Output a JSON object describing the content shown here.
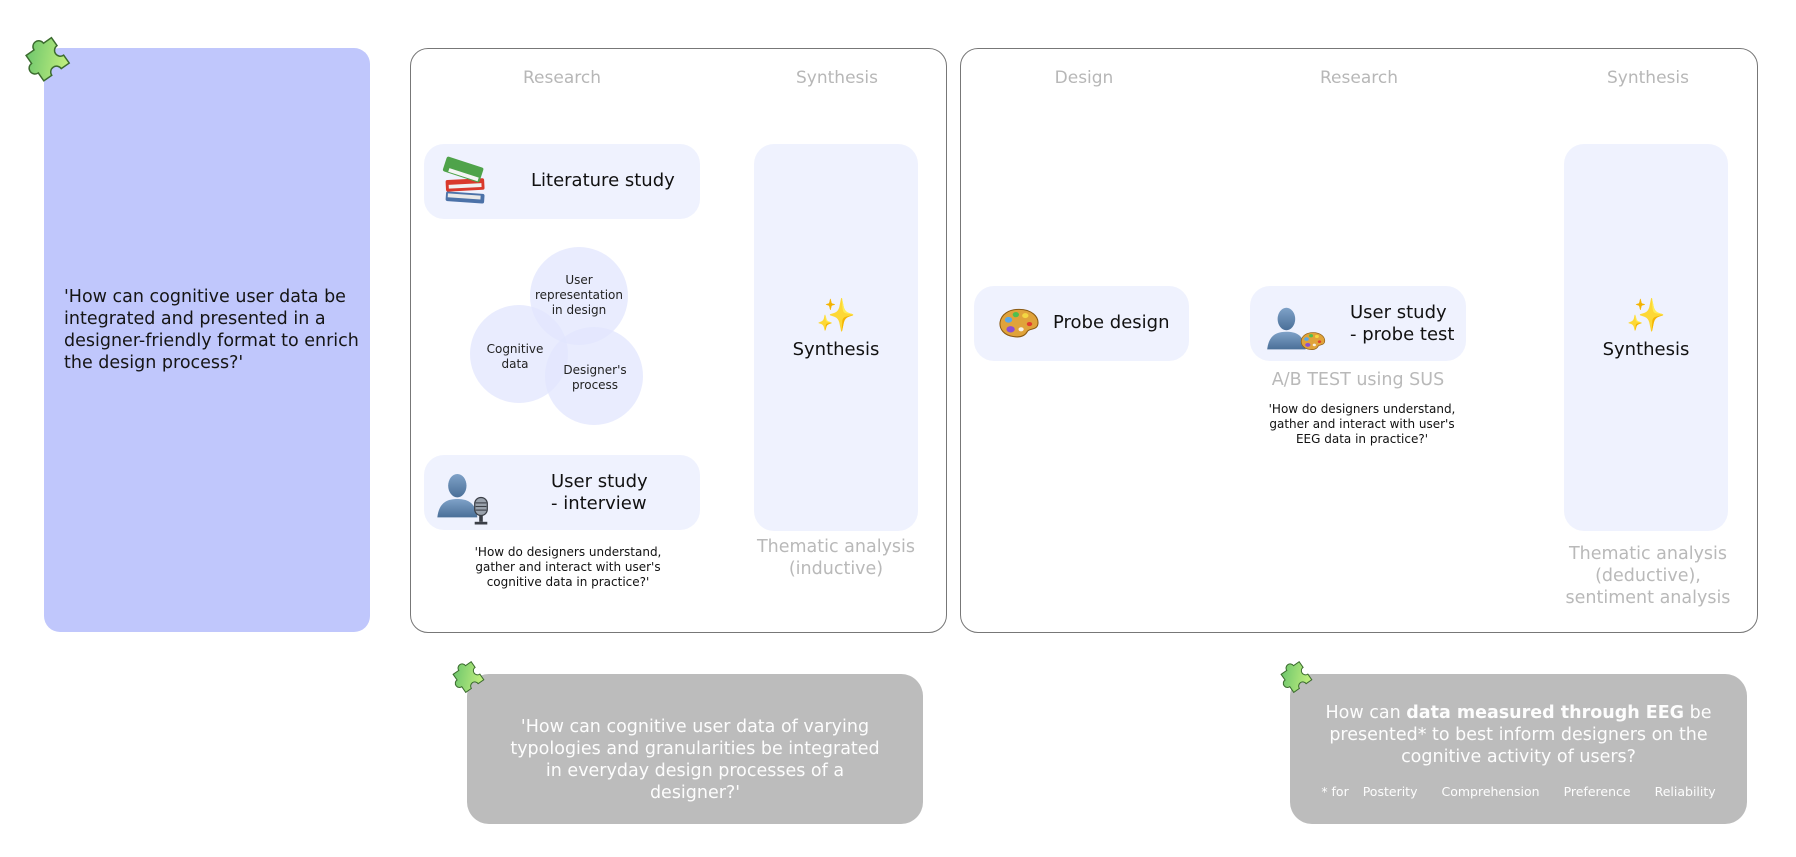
{
  "main_question": {
    "text": "'How can cognitive user data be integrated and presented in a designer-friendly format to enrich the design process?'",
    "background_color": "#c0c7fc"
  },
  "icons": {
    "puzzle": "puzzle-piece-icon",
    "books": "books-icon",
    "sparkles": "sparkles-icon",
    "interview": "person-microphone-icon",
    "palette": "artist-palette-icon",
    "probe_test": "person-palette-icon"
  },
  "phase1": {
    "columns": [
      "Research",
      "Synthesis"
    ],
    "literature_card": {
      "label": "Literature study"
    },
    "venn": {
      "circles": [
        "User representation in design",
        "Cognitive data",
        "Designer's process"
      ]
    },
    "interview_card": {
      "line1": "User study",
      "line2": "- interview"
    },
    "interview_question": "'How do designers understand, gather and interact with user's cognitive data in practice?'",
    "synthesis": {
      "icon_glyph": "✨",
      "label": "Synthesis"
    },
    "synthesis_method": {
      "line1": "Thematic analysis",
      "line2": "(inductive)"
    }
  },
  "phase2": {
    "columns": [
      "Design",
      "Research",
      "Synthesis"
    ],
    "probe_card": {
      "label": "Probe design",
      "icon_glyph": "🎨"
    },
    "probe_test_card": {
      "line1": "User study",
      "line2": "- probe test"
    },
    "ab_test": "A/B TEST using SUS",
    "probe_question": "'How do designers understand, gather and interact with user's EEG data in practice?'",
    "synthesis": {
      "icon_glyph": "✨",
      "label": "Synthesis"
    },
    "synthesis_method": {
      "line1": "Thematic analysis",
      "line2": "(deductive),",
      "line3": "sentiment analysis"
    }
  },
  "sub_question_1": {
    "text": "'How can cognitive user data of varying typologies and granularities be integrated in everyday design processes of a designer?'"
  },
  "sub_question_2": {
    "prefix": "How can ",
    "bold": "data measured through EEG",
    "suffix": " be presented* to best inform designers on the cognitive activity of users?",
    "footnote_prefix": "* for",
    "criteria": [
      "Posterity",
      "Comprehension",
      "Preference",
      "Reliability"
    ]
  },
  "colors": {
    "card_background": "#eff2fe",
    "gray_box": "#bcbcbc",
    "muted_text": "#b9b9b9",
    "panel_border": "#777777"
  }
}
